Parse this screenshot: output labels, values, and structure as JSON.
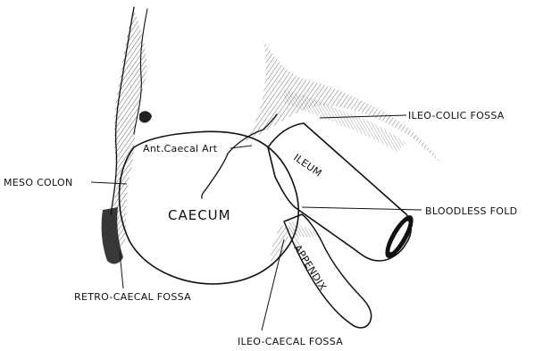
{
  "labels": {
    "ileo_colic_fossa": "ILEO-COLIC FOSSA",
    "ant_caecal_art": "Ant.Caecal Art",
    "meso_colon": "MESO COLON",
    "ileum": "ILEUM",
    "caecum": "CAECUM",
    "bloodless_fold": "BLOODLESS FOLD",
    "appendix": "APPENDIX",
    "retro_caecal_fossa": "RETRO-CAECAL FOSSA",
    "ileo_caecal_fossa": "ILEO-CAECAL FOSSA"
  }
}
